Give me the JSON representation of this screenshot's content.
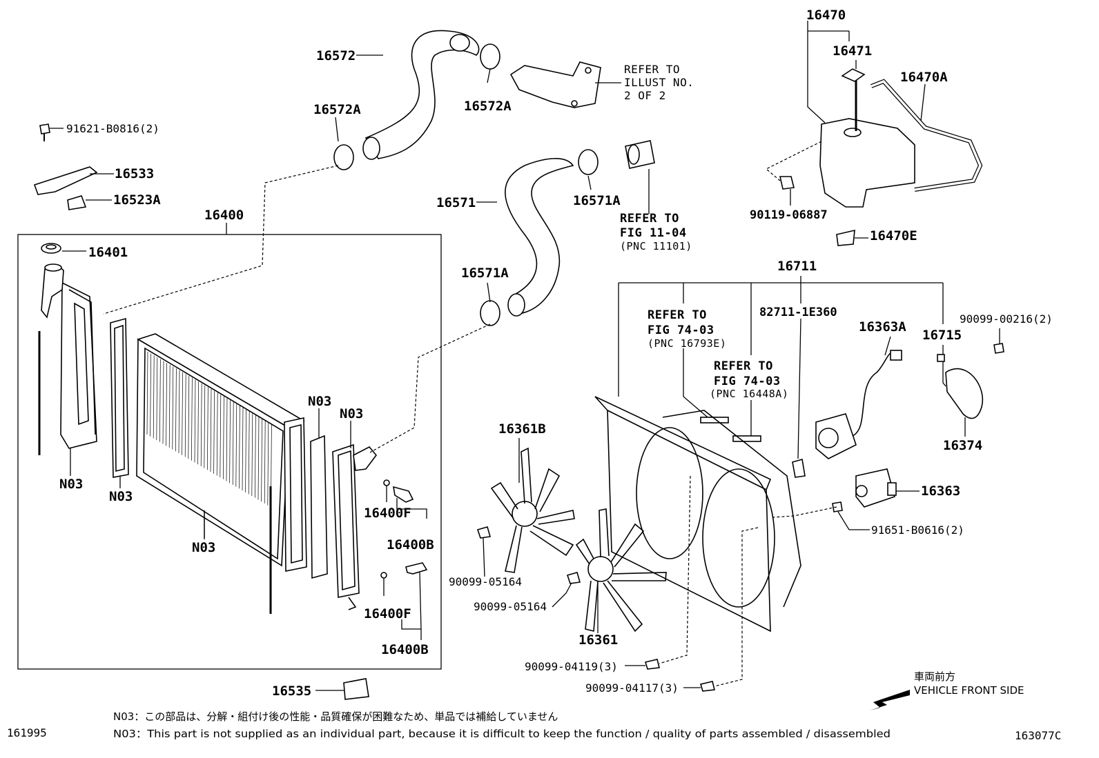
{
  "part_labels": {
    "p16572": "16572",
    "p16572a_left": "16572A",
    "p16572a_right": "16572A",
    "p91621": "91621-B0816(2)",
    "p16533": "16533",
    "p16523a": "16523A",
    "p16400": "16400",
    "p16401": "16401",
    "p16571": "16571",
    "p16571a_top": "16571A",
    "p16571a_mid": "16571A",
    "p16470": "16470",
    "p16471": "16471",
    "p16470a": "16470A",
    "p90119": "90119-06887",
    "p16470e": "16470E",
    "p16711": "16711",
    "p82711": "82711-1E360",
    "p16363a": "16363A",
    "p90099_00216": "90099-00216(2)",
    "p16715": "16715",
    "p16374": "16374",
    "p16363": "16363",
    "p91651": "91651-B0616(2)",
    "p16361b": "16361B",
    "p90099_05164_a": "90099-05164",
    "p90099_05164_b": "90099-05164",
    "p16361": "16361",
    "p90099_04119": "90099-04119(3)",
    "p90099_04117": "90099-04117(3)",
    "p16535": "16535",
    "p16400f_a": "16400F",
    "p16400b_a": "16400B",
    "p16400f_b": "16400F",
    "p16400b_b": "16400B",
    "n03_1": "N03",
    "n03_2": "N03",
    "n03_3": "N03",
    "n03_4": "N03",
    "n03_5": "N03"
  },
  "references": {
    "illust": [
      "REFER TO",
      "ILLUST NO.",
      "2 OF 2"
    ],
    "fig1104": [
      "REFER TO",
      "FIG 11-04",
      "(PNC 11101)"
    ],
    "fig7403a": [
      "REFER TO",
      "FIG 74-03",
      "(PNC 16793E)"
    ],
    "fig7403b": [
      "REFER TO",
      "FIG 74-03",
      "(PNC 16448A)"
    ]
  },
  "direction": {
    "jp": "車両前方",
    "en": "VEHICLE FRONT SIDE"
  },
  "notes": {
    "jp": "N03：この部品は、分解・組付け後の性能・品質確保が困難なため、単品では補給していません",
    "en": "N03：This part is not supplied as an individual part, because it is difficult to keep the function / quality of parts assembled / disassembled"
  },
  "codes": {
    "left": "161995",
    "right": "163077C"
  }
}
